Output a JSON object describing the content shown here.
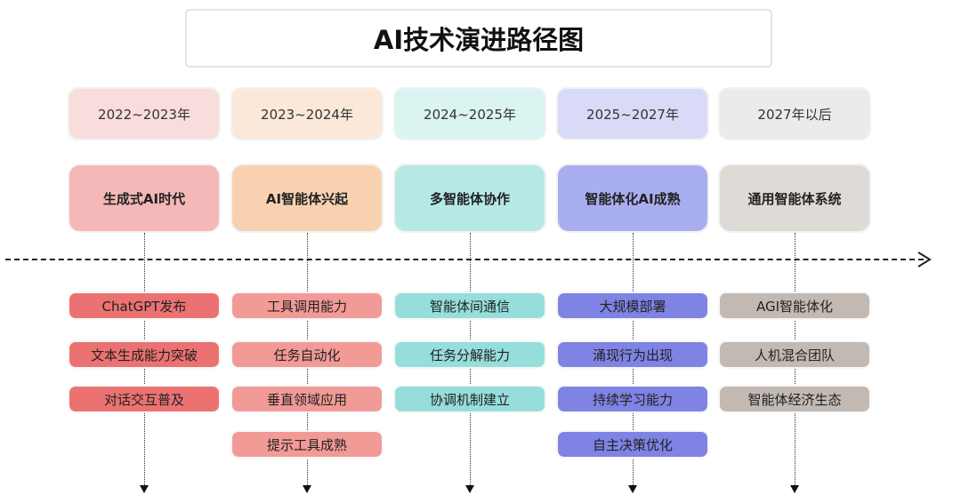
{
  "title": "AI技术演进路径图",
  "columns": [
    {
      "year": "2022~2023年",
      "phase": "生成式AI时代",
      "items": [
        "ChatGPT发布",
        "文本生成能力突破",
        "对话交互普及"
      ],
      "colors": {
        "year": "#f9dcdc",
        "phase": "#f4b8b8",
        "item": "#ec7272"
      }
    },
    {
      "year": "2023~2024年",
      "phase": "AI智能体兴起",
      "items": [
        "工具调用能力",
        "任务自动化",
        "垂直领域应用",
        "提示工具成熟"
      ],
      "colors": {
        "year": "#fbe8d8",
        "phase": "#f8d2b0",
        "item": "#f29a96"
      }
    },
    {
      "year": "2024~2025年",
      "phase": "多智能体协作",
      "items": [
        "智能体间通信",
        "任务分解能力",
        "协调机制建立"
      ],
      "colors": {
        "year": "#daf4f2",
        "phase": "#b6e9e6",
        "item": "#96dedb"
      }
    },
    {
      "year": "2025~2027年",
      "phase": "智能体化AI成熟",
      "items": [
        "大规模部署",
        "涌现行为出现",
        "持续学习能力",
        "自主决策优化"
      ],
      "colors": {
        "year": "#d9daf7",
        "phase": "#a9aef0",
        "item": "#7f83e4"
      }
    },
    {
      "year": "2027年以后",
      "phase": "通用智能体系统",
      "items": [
        "AGI智能体化",
        "人机混合团队",
        "智能体经济生态"
      ],
      "colors": {
        "year": "#e9ebed",
        "phase": "#dedad6",
        "item": "#c2b9b3"
      }
    }
  ]
}
